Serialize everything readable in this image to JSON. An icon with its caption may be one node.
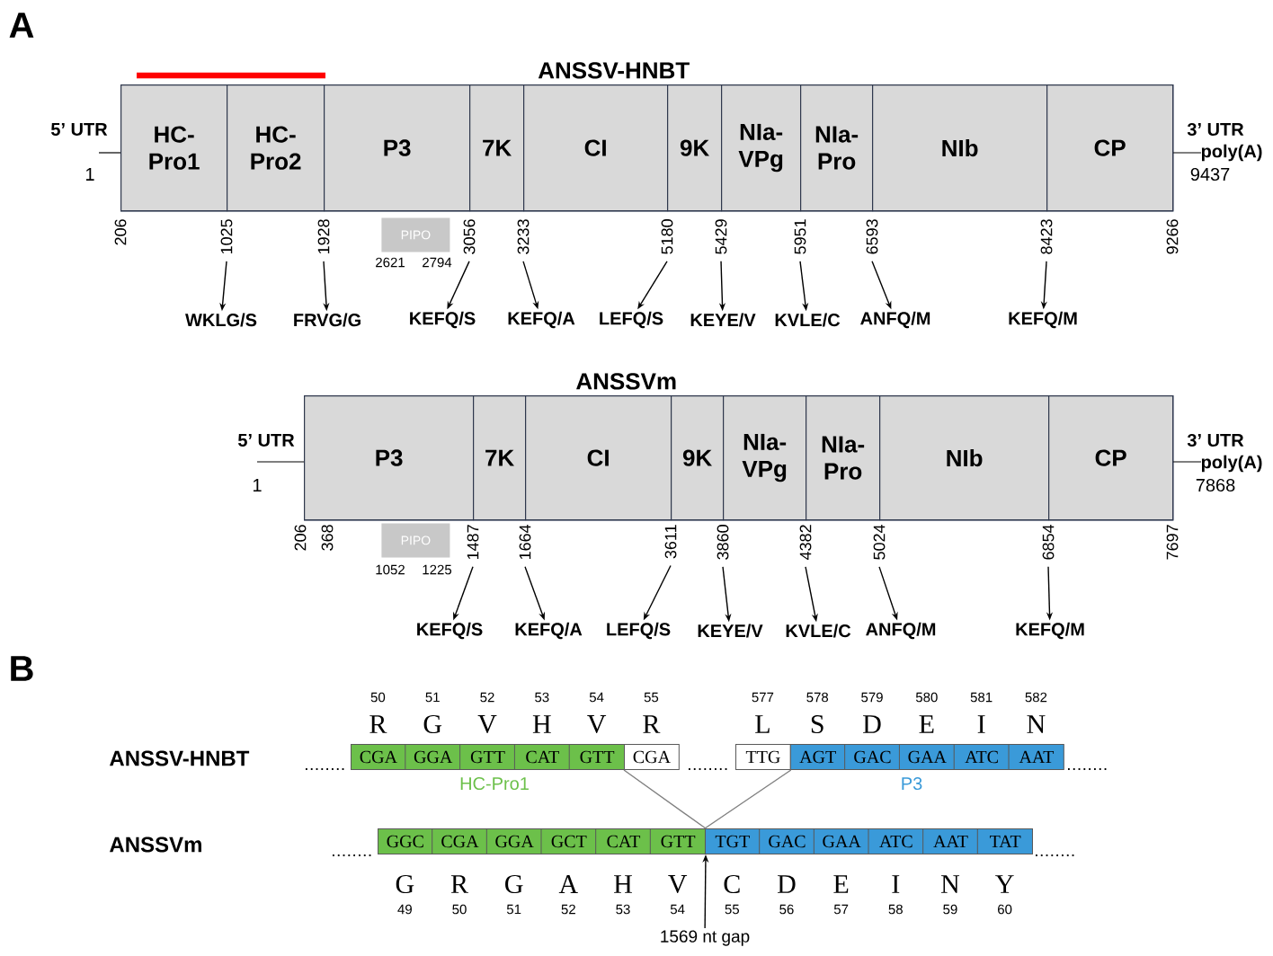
{
  "diagram": {
    "nodes": [
      {
        "text": [
          "ANSSV-HNBT"
        ],
        "beside": [
          "5’ UTR",
          "1",
          "3’ UTR",
          "poly(A)",
          "9437"
        ]
      },
      {
        "text": [
          "HC-Pro1"
        ],
        "in": 0
      },
      {
        "text": [
          "HC-Pro2"
        ],
        "in": 0
      },
      {
        "text": [
          "P3"
        ],
        "in": 0
      },
      {
        "text": [
          "7K"
        ],
        "in": 0
      },
      {
        "text": [
          "CI"
        ],
        "in": 0
      },
      {
        "text": [
          "9K"
        ],
        "in": 0
      },
      {
        "text": [
          "NIa-VPg"
        ],
        "in": 0
      },
      {
        "text": [
          "NIa-Pro"
        ],
        "in": 0
      },
      {
        "text": [
          "NIb"
        ],
        "in": 0
      },
      {
        "text": [
          "CP"
        ],
        "in": 0
      },
      {
        "text": [
          "PIPO"
        ],
        "beside": [
          "2621",
          "2794"
        ]
      },
      {
        "text": [
          "WKLG/S"
        ]
      },
      {
        "text": [
          "FRVG/G"
        ]
      },
      {
        "text": [
          "KEFQ/S"
        ]
      },
      {
        "text": [
          "KEFQ/A"
        ]
      },
      {
        "text": [
          "LEFQ/S"
        ]
      },
      {
        "text": [
          "KEYE/V"
        ]
      },
      {
        "text": [
          "KVLE/C"
        ]
      },
      {
        "text": [
          "ANFQ/M"
        ]
      },
      {
        "text": [
          "KEFQ/M"
        ]
      },
      {
        "text": [
          "ANSSVm"
        ],
        "beside": [
          "5’ UTR",
          "1",
          "3’ UTR",
          "poly(A)",
          "7868"
        ]
      },
      {
        "text": [
          "P3"
        ],
        "in": 21
      },
      {
        "text": [
          "7K"
        ],
        "in": 21
      },
      {
        "text": [
          "CI"
        ],
        "in": 21
      },
      {
        "text": [
          "9K"
        ],
        "in": 21
      },
      {
        "text": [
          "NIa-VPg"
        ],
        "in": 21
      },
      {
        "text": [
          "NIa-Pro"
        ],
        "in": 21
      },
      {
        "text": [
          "NIb"
        ],
        "in": 21
      },
      {
        "text": [
          "CP"
        ],
        "in": 21
      },
      {
        "text": [
          "PIPO"
        ],
        "beside": [
          "1052",
          "1225"
        ]
      },
      {
        "text": [
          "KEFQ/S"
        ]
      },
      {
        "text": [
          "KEFQ/A"
        ]
      },
      {
        "text": [
          "LEFQ/S"
        ]
      },
      {
        "text": [
          "KEYE/V"
        ]
      },
      {
        "text": [
          "KVLE/C"
        ]
      },
      {
        "text": [
          "ANFQ/M"
        ]
      },
      {
        "text": [
          "KEFQ/M"
        ]
      },
      {
        "text": [
          "CGA",
          "GGA",
          "GTT",
          "CAT",
          "GTT"
        ],
        "beside": [
          "HC-Pro1"
        ]
      },
      {
        "text": [
          "CGA"
        ]
      },
      {
        "text": [
          "TTG"
        ]
      },
      {
        "text": [
          "AGT",
          "GAC",
          "GAA",
          "ATC",
          "AAT"
        ],
        "beside": [
          "P3"
        ]
      },
      {
        "text": [
          "GGC",
          "CGA",
          "GGA",
          "GCT",
          "CAT",
          "GTT"
        ]
      },
      {
        "text": [
          "TGT",
          "GAC",
          "GAA",
          "ATC",
          "AAT",
          "TAT"
        ]
      },
      {
        "text": [
          "1569 nt gap"
        ]
      },
      {
        "text": [
          "1025"
        ]
      },
      {
        "text": [
          "1928"
        ]
      },
      {
        "text": [
          "3056"
        ]
      },
      {
        "text": [
          "3233"
        ]
      },
      {
        "text": [
          "5180"
        ]
      },
      {
        "text": [
          "5429"
        ]
      },
      {
        "text": [
          "5951"
        ]
      },
      {
        "text": [
          "6593"
        ]
      },
      {
        "text": [
          "8423"
        ]
      },
      {
        "text": [
          "1487"
        ]
      },
      {
        "text": [
          "1664"
        ]
      },
      {
        "text": [
          "3611"
        ]
      },
      {
        "text": [
          "3860"
        ]
      },
      {
        "text": [
          "4382"
        ]
      },
      {
        "text": [
          "5024"
        ]
      },
      {
        "text": [
          "6854"
        ]
      }
    ],
    "edges": [
      {
        "from": 45,
        "to": 12,
        "arrow": "to"
      },
      {
        "from": 46,
        "to": 13,
        "arrow": "to"
      },
      {
        "from": 47,
        "to": 14,
        "arrow": "to"
      },
      {
        "from": 48,
        "to": 15,
        "arrow": "to"
      },
      {
        "from": 49,
        "to": 16,
        "arrow": "to"
      },
      {
        "from": 50,
        "to": 17,
        "arrow": "to"
      },
      {
        "from": 51,
        "to": 18,
        "arrow": "to"
      },
      {
        "from": 52,
        "to": 19,
        "arrow": "to"
      },
      {
        "from": 53,
        "to": 20,
        "arrow": "to"
      },
      {
        "from": 54,
        "to": 31,
        "arrow": "to"
      },
      {
        "from": 55,
        "to": 32,
        "arrow": "to"
      },
      {
        "from": 56,
        "to": 33,
        "arrow": "to"
      },
      {
        "from": 57,
        "to": 34,
        "arrow": "to"
      },
      {
        "from": 58,
        "to": 35,
        "arrow": "to"
      },
      {
        "from": 59,
        "to": 36,
        "arrow": "to"
      },
      {
        "from": 60,
        "to": 37,
        "arrow": "to"
      },
      {
        "from": 39,
        "to": 42,
        "arrow": "none",
        "color": "#808080"
      },
      {
        "from": 40,
        "to": 43,
        "arrow": "none",
        "color": "#808080"
      },
      {
        "from": 44,
        "to": 42,
        "arrow": "to"
      }
    ],
    "labels": [
      "A",
      "206",
      "9266",
      "206",
      "368",
      "7697",
      "B",
      "50",
      "51",
      "52",
      "53",
      "54",
      "55",
      "577",
      "578",
      "579",
      "580",
      "581",
      "582",
      "R",
      "G",
      "V",
      "H",
      "V",
      "R",
      "L",
      "S",
      "D",
      "E",
      "I",
      "N",
      "ANSSV-HNBT",
      "ANSSVm",
      "G",
      "R",
      "G",
      "A",
      "H",
      "V",
      "C",
      "D",
      "E",
      "I",
      "N",
      "Y",
      "49",
      "50",
      "51",
      "52",
      "53",
      "54",
      "55",
      "56",
      "57",
      "58",
      "59",
      "60"
    ]
  }
}
